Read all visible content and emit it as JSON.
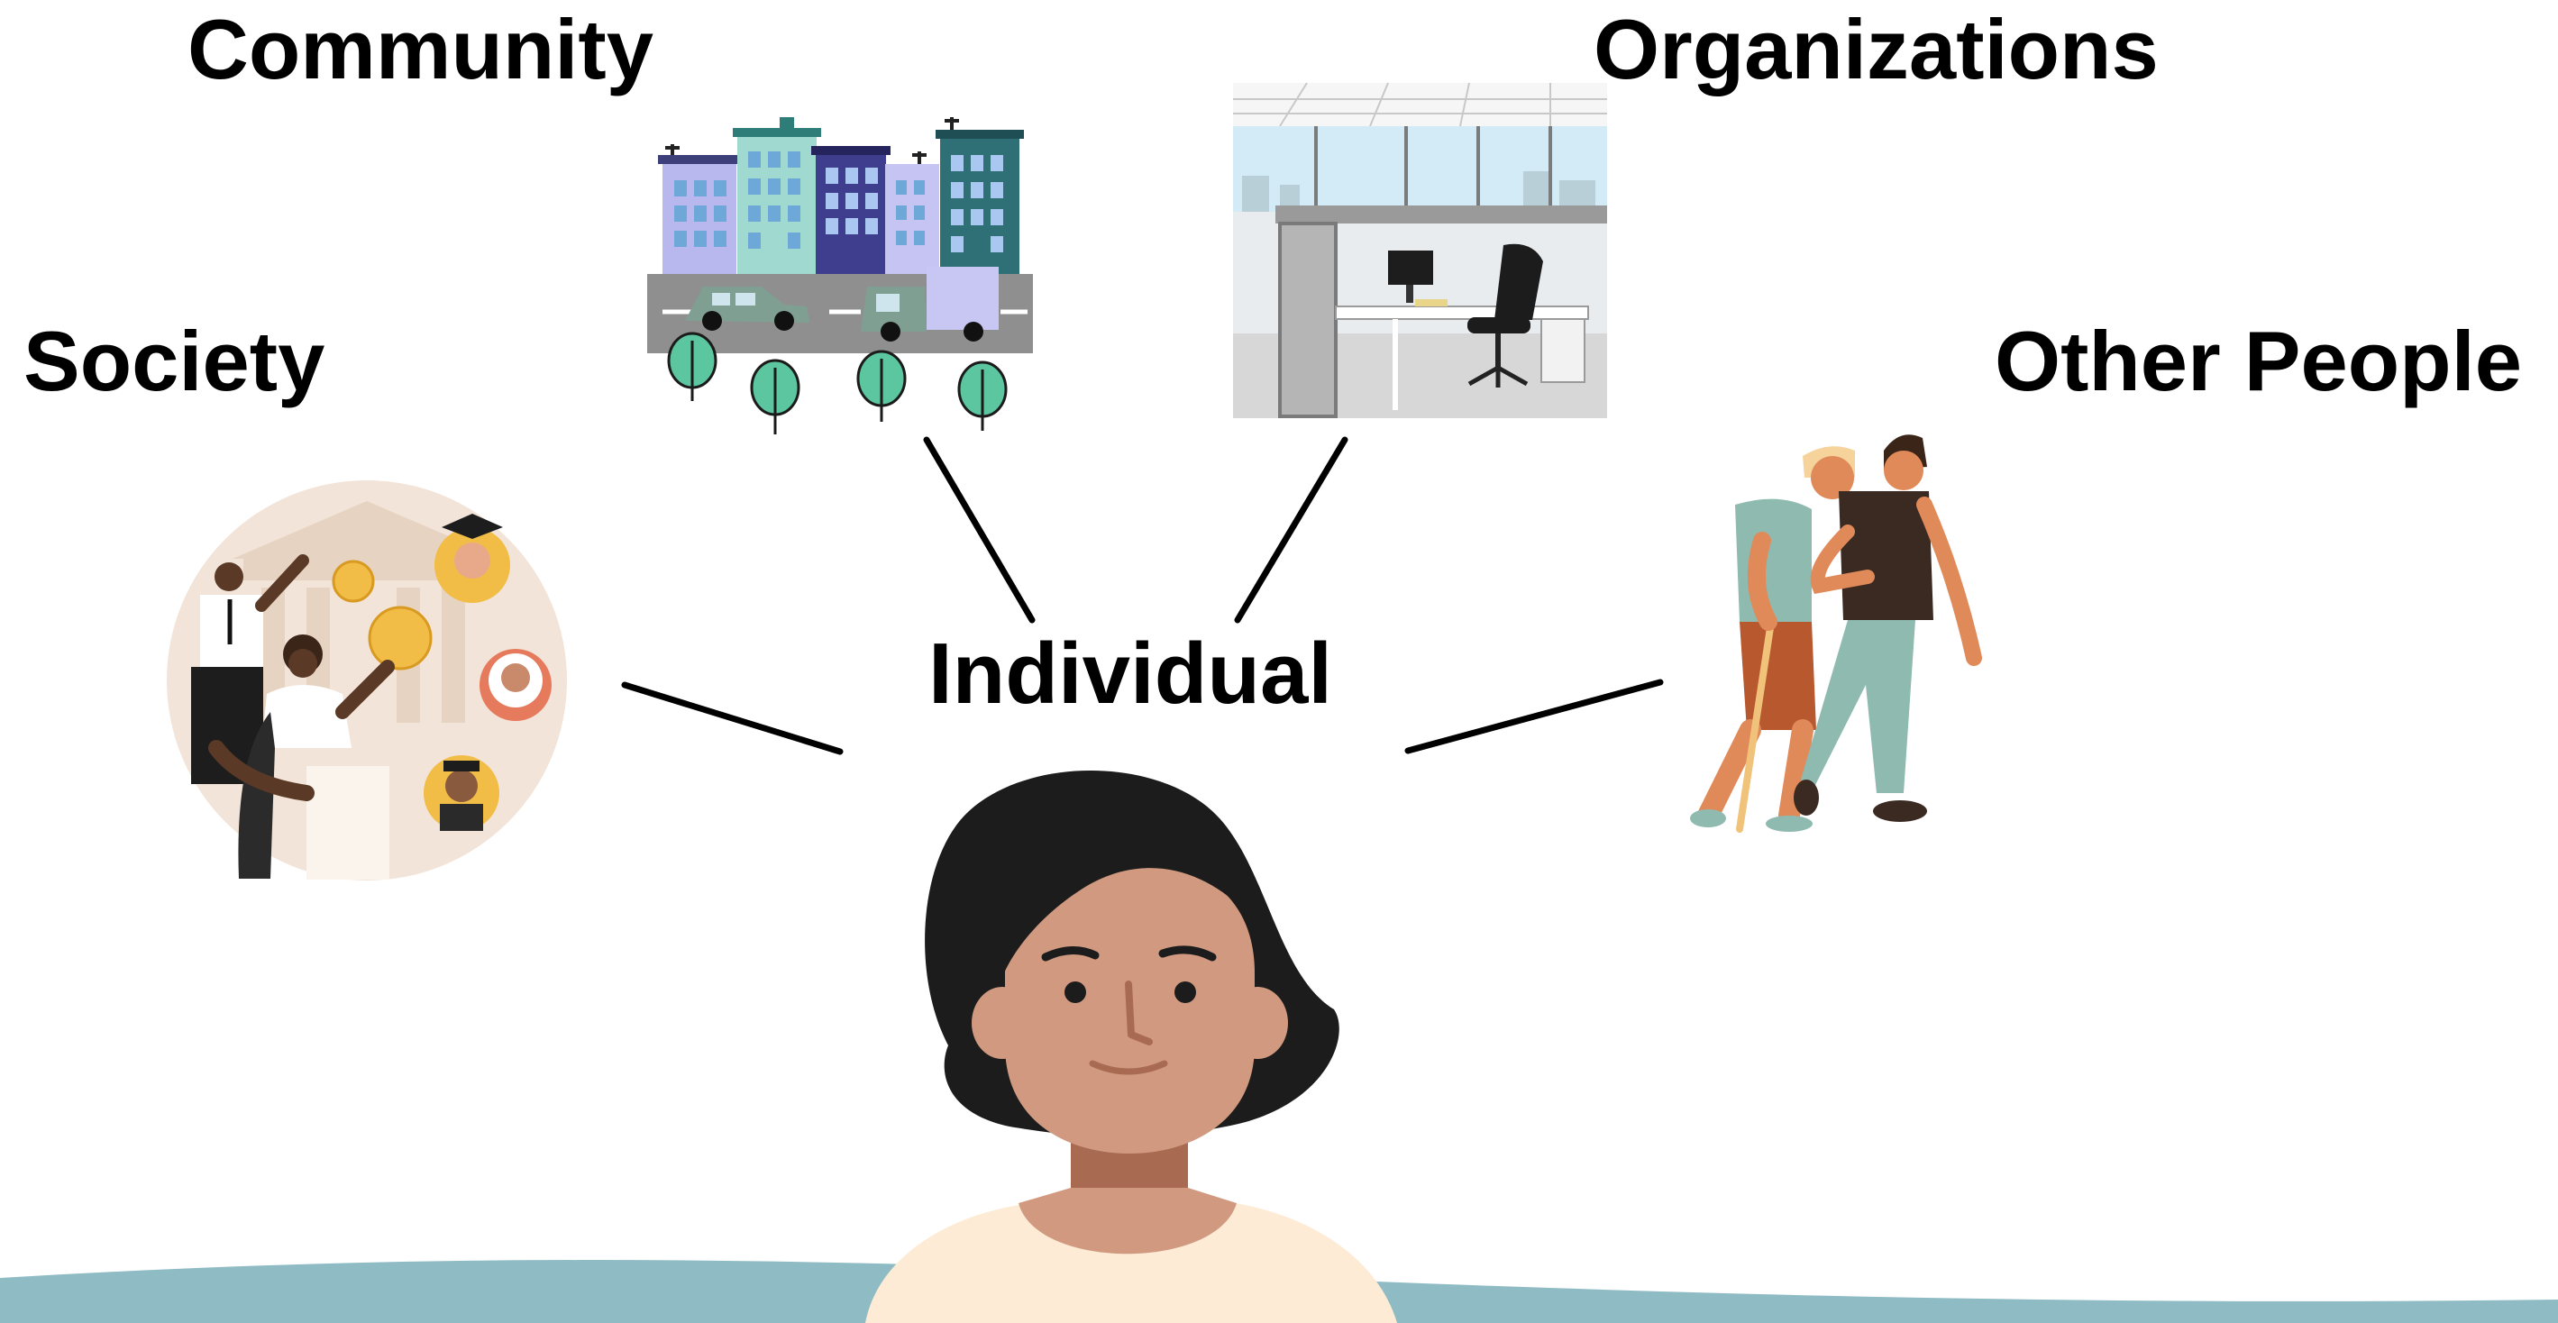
{
  "labels": {
    "community": "Community",
    "organizations": "Organizations",
    "society": "Society",
    "other_people": "Other People",
    "individual": "Individual"
  },
  "colors": {
    "connector": "#000000",
    "wave": "#8fbcc4",
    "hair": "#1c1c1c",
    "skin": "#d19a80",
    "neck_shadow": "#a96a52",
    "shirt": "#fdebd5",
    "society_bg": "#f2e4d8",
    "teal": "#5cc6a0",
    "street": "#8f8f8f"
  },
  "icons": [
    "city-street-icon",
    "office-cubicle-icon",
    "society-roles-icon",
    "walking-helpers-icon",
    "individual-woman-icon"
  ]
}
